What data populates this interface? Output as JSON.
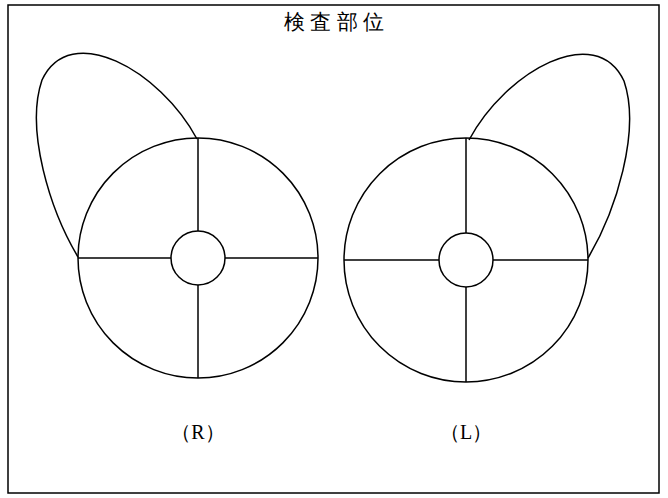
{
  "diagram": {
    "title": "検 査 部 位",
    "labels": [
      "（R）",
      "（L）"
    ]
  }
}
